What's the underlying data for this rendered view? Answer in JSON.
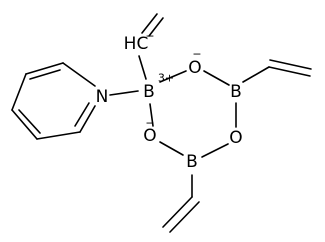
{
  "diagram": {
    "type": "chemical-structure",
    "atoms": [
      {
        "id": "n1",
        "label": "N",
        "charge": ""
      },
      {
        "id": "b1",
        "label": "B",
        "charge": "3+"
      },
      {
        "id": "o1",
        "label": "O",
        "charge": "−"
      },
      {
        "id": "b2",
        "label": "B",
        "charge": ""
      },
      {
        "id": "o2",
        "label": "O",
        "charge": ""
      },
      {
        "id": "b3",
        "label": "B",
        "charge": ""
      },
      {
        "id": "o3",
        "label": "O",
        "charge": "−"
      },
      {
        "id": "hc",
        "label": "HC",
        "charge": "−"
      }
    ]
  }
}
